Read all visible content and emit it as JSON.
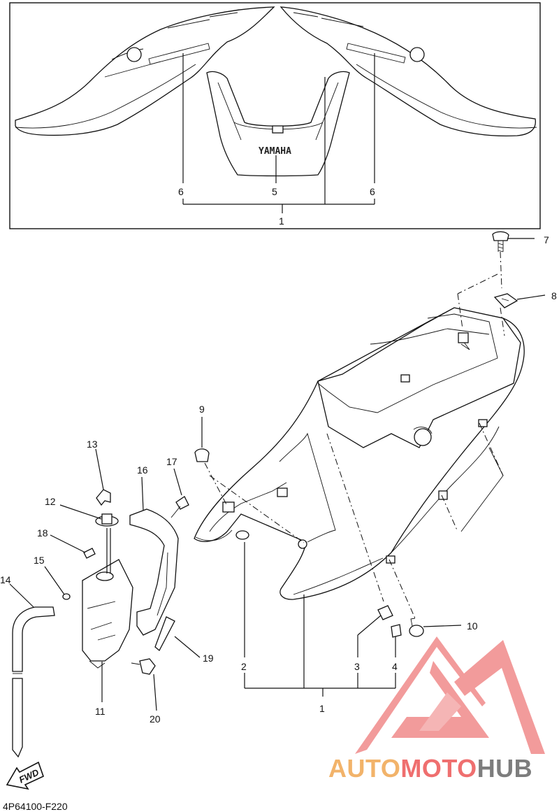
{
  "diagram": {
    "callouts": [
      "1",
      "2",
      "3",
      "4",
      "5",
      "6",
      "7",
      "8",
      "9",
      "10",
      "11",
      "12",
      "13",
      "14",
      "15",
      "16",
      "17",
      "18",
      "19",
      "20"
    ],
    "inset_callouts": {
      "left": "6",
      "center": "5",
      "right": "6",
      "bottom": "1"
    },
    "cowl_lettering": "YAMAHA",
    "fwd_label": "FWD",
    "diagram_code": "4P64100-F220"
  },
  "watermark": {
    "part1": "AUTO",
    "part2": "MOTO",
    "part3": "HUB",
    "colors": {
      "orange": "#f2b36a",
      "red": "#ef6f6f",
      "gray": "#7d7d7d",
      "logo": "#f08a8a"
    }
  }
}
